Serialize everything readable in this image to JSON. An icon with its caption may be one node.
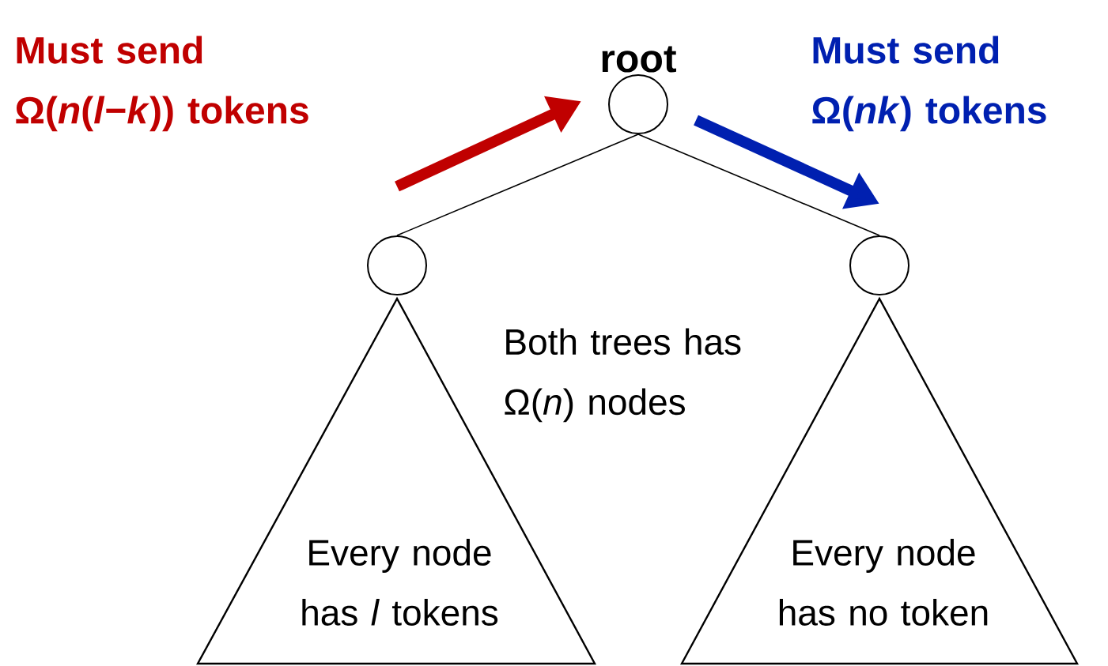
{
  "diagram": {
    "nodes": [
      {
        "text": [
          "root"
        ]
      },
      {
        "text": [],
        "shape": "circle"
      },
      {
        "text": [],
        "shape": "circle"
      },
      {
        "text": [
          "Every node has *l* tokens"
        ]
      },
      {
        "text": [
          "Every node has no token"
        ]
      }
    ],
    "edges": [
      {
        "from": 0,
        "to": 1,
        "arrow": "none"
      },
      {
        "from": 0,
        "to": 2,
        "arrow": "none"
      }
    ],
    "labels": [
      "Must send Ω(*n*(*l*−*k*)) tokens",
      "Must send Ω(*nk*) tokens",
      "Both trees has Ω(*n*) nodes"
    ]
  }
}
